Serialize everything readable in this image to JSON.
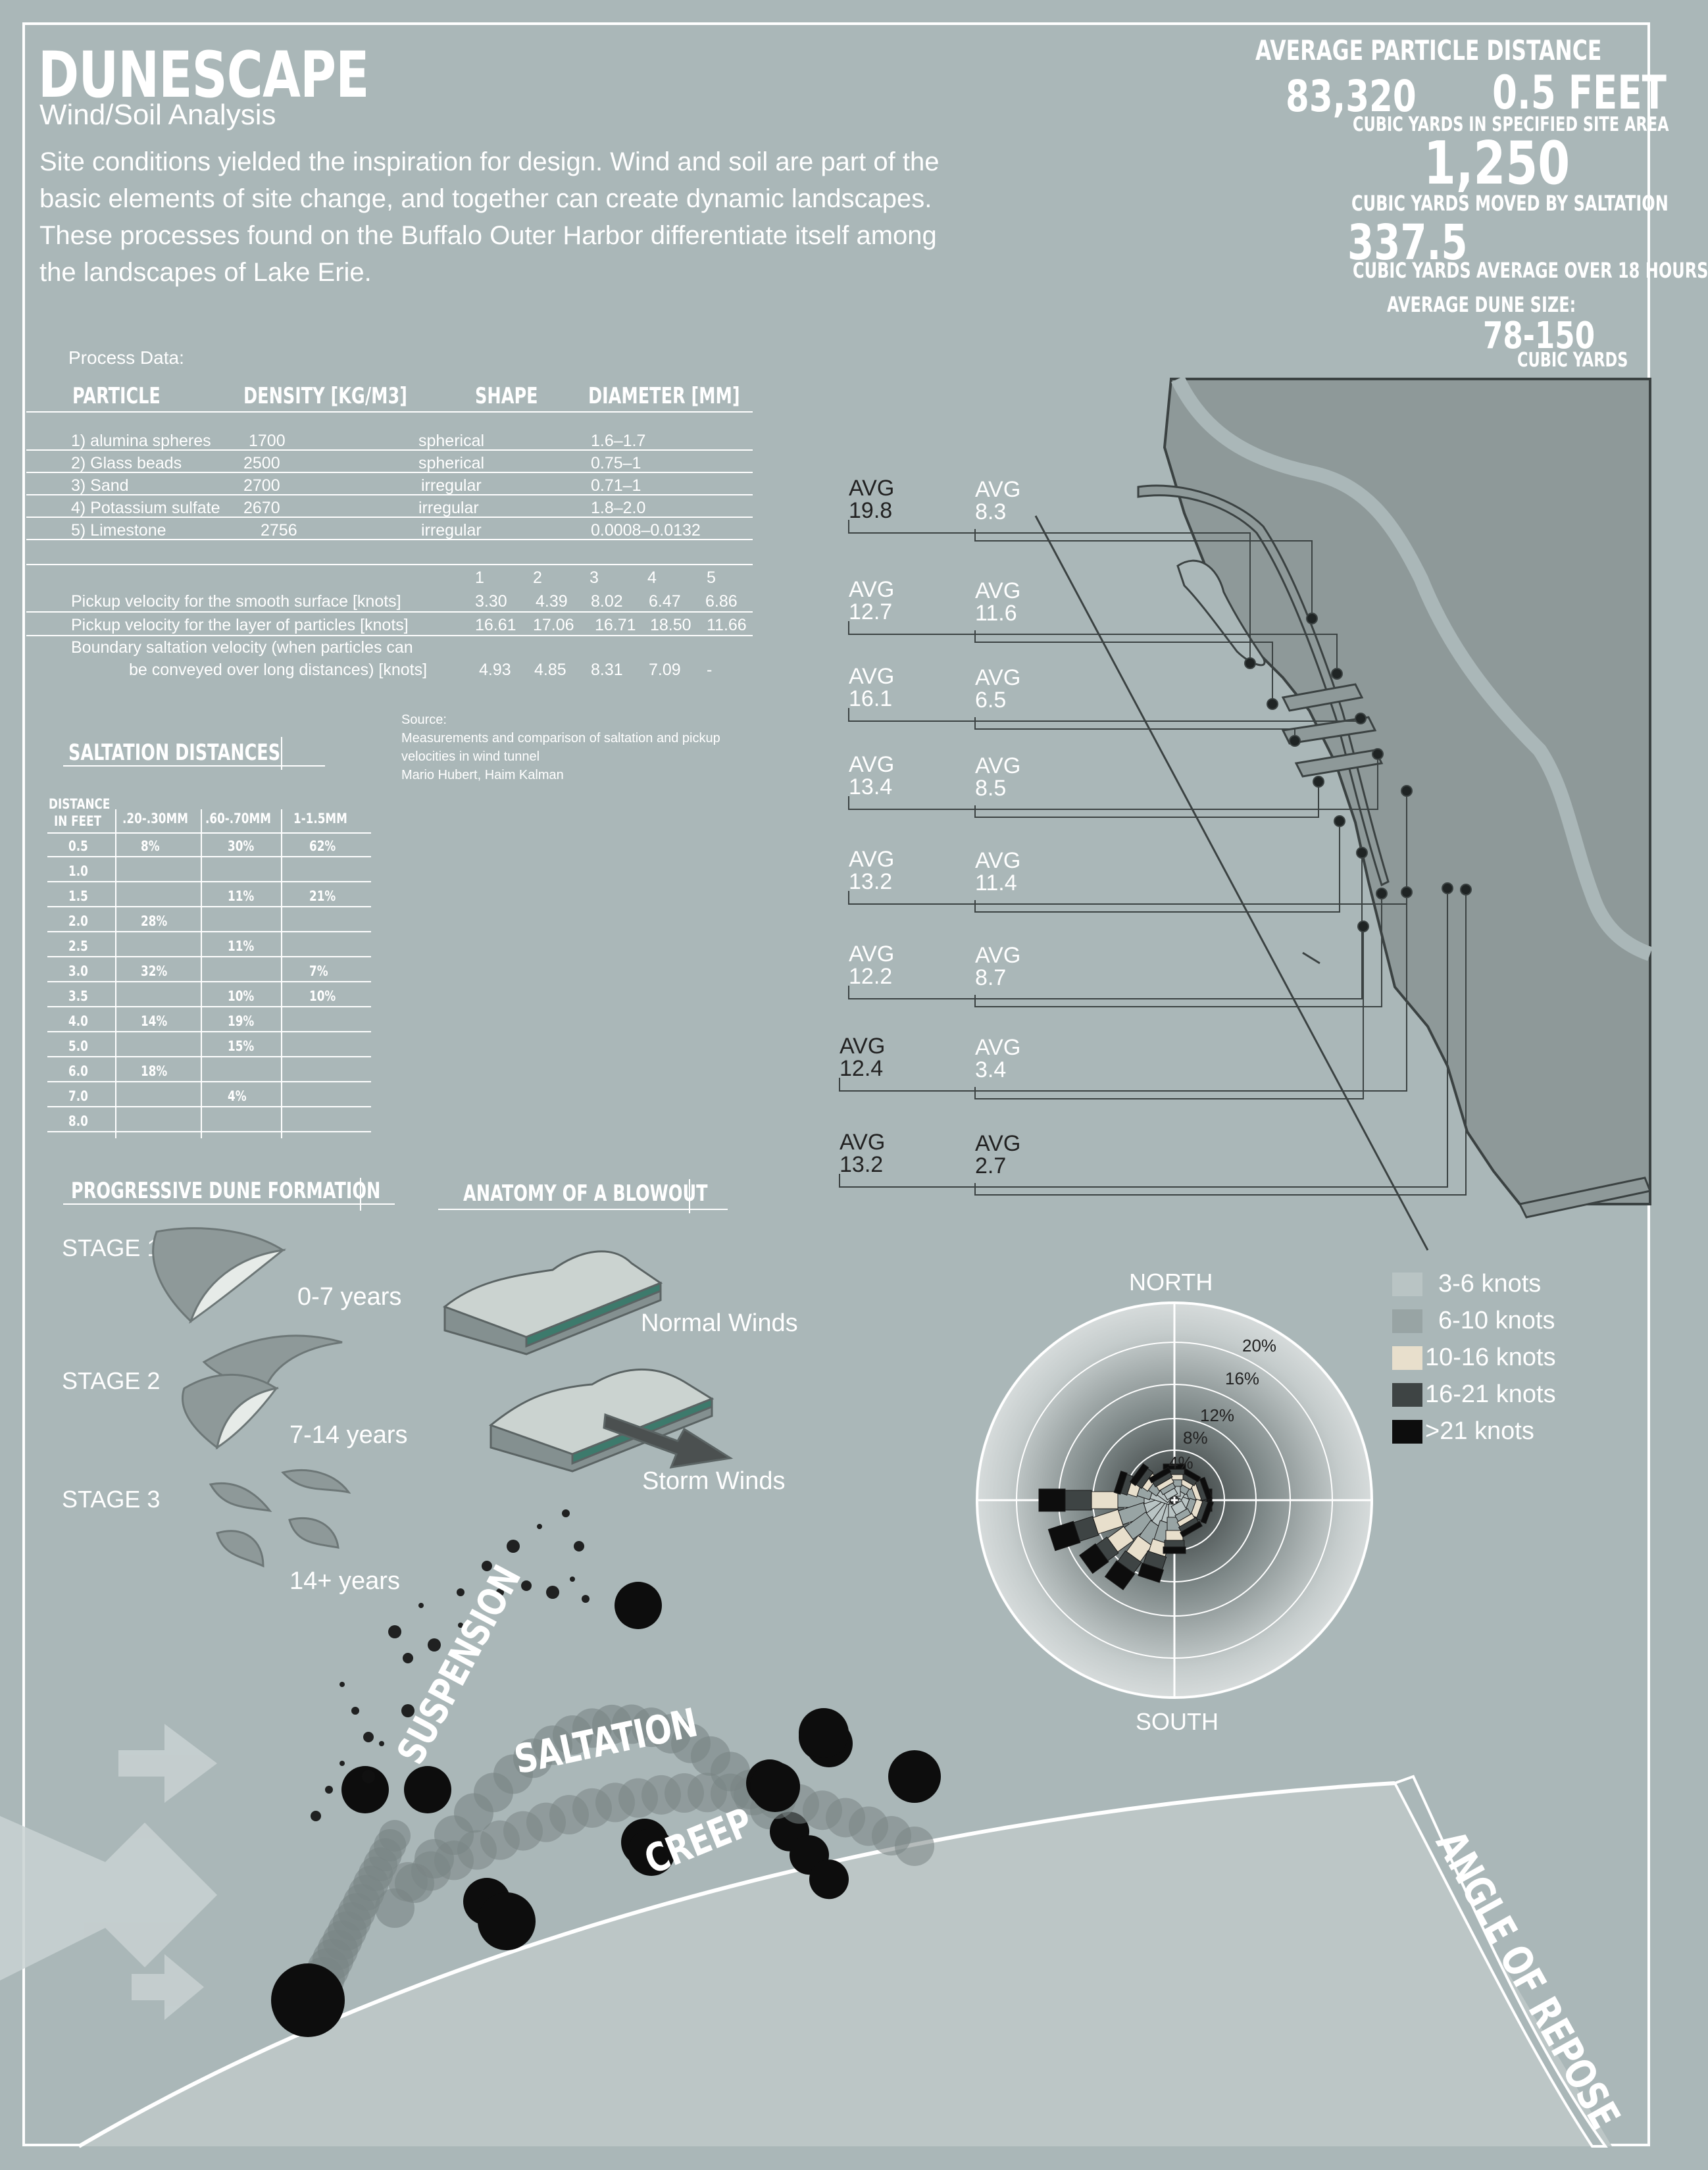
{
  "header": {
    "title": "DUNESCAPE",
    "subtitle": "Wind/Soil Analysis",
    "intro_lines": [
      "Site conditions yielded the inspiration for design. Wind and soil are part of the",
      "basic elements of site change, and together can create dynamic landscapes.",
      "These processes found on the Buffalo Outer Harbor differentiate itself among",
      "the landscapes of Lake Erie."
    ]
  },
  "stats": {
    "avg_particle_distance_label": "AVERAGE PARTICLE DISTANCE",
    "site_volume": "83,320",
    "particle_distance": "0.5 FEET",
    "site_volume_label": "CUBIC YARDS IN SPECIFIED SITE AREA",
    "saltation_volume": "1,250",
    "saltation_volume_label": "CUBIC YARDS MOVED BY SALTATION",
    "avg_18h": "337.5",
    "avg_18h_label": "CUBIC YARDS AVERAGE OVER 18 HOURS",
    "dune_size_label": "AVERAGE DUNE SIZE:",
    "dune_size": "78-150",
    "dune_size_unit": "CUBIC YARDS"
  },
  "process": {
    "caption": "Process Data:",
    "headers": [
      "PARTICLE",
      "DENSITY [KG/M3]",
      "SHAPE",
      "DIAMETER [MM]"
    ],
    "rows": [
      {
        "name": "1) alumina spheres",
        "density": "1700",
        "shape": "spherical",
        "diameter": "1.6–1.7"
      },
      {
        "name": "2) Glass beads",
        "density": "2500",
        "shape": "spherical",
        "diameter": "0.75–1"
      },
      {
        "name": "3) Sand",
        "density": "2700",
        "shape": "irregular",
        "diameter": "0.71–1"
      },
      {
        "name": "4) Potassium sulfate",
        "density": "2670",
        "shape": "irregular",
        "diameter": "1.8–2.0"
      },
      {
        "name": "5) Limestone",
        "density": "2756",
        "shape": "irregular",
        "diameter": "0.0008–0.0132"
      }
    ],
    "velocity_cols": [
      "1",
      "2",
      "3",
      "4",
      "5"
    ],
    "velocity_rows": [
      {
        "label": "Pickup velocity for the smooth surface [knots]",
        "values": [
          "3.30",
          "4.39",
          "8.02",
          "6.47",
          "6.86"
        ]
      },
      {
        "label": "Pickup velocity for the layer of particles [knots]",
        "values": [
          "16.61",
          "17.06",
          "16.71",
          "18.50",
          "11.66"
        ]
      }
    ],
    "boundary_label_1": "Boundary saltation velocity (when particles can",
    "boundary_label_2": "be conveyed over long distances) [knots]",
    "boundary_values": [
      "4.93",
      "4.85",
      "8.31",
      "7.09",
      "-"
    ],
    "source_lines": [
      "Source:",
      "Measurements and comparison of saltation and pickup",
      "velocities in wind tunnel",
      "Mario Hubert, Haim Kalman"
    ]
  },
  "saltation": {
    "title": "SALTATION DISTANCES",
    "head_1": "DISTANCE",
    "head_2": "IN FEET",
    "columns": [
      ".20-.30MM",
      ".60-.70MM",
      "1-1.5MM"
    ],
    "rows": [
      {
        "d": "0.5",
        "c": [
          "8%",
          "30%",
          "62%"
        ]
      },
      {
        "d": "1.0",
        "c": [
          "",
          "",
          ""
        ]
      },
      {
        "d": "1.5",
        "c": [
          "",
          "11%",
          "21%"
        ]
      },
      {
        "d": "2.0",
        "c": [
          "28%",
          "",
          ""
        ]
      },
      {
        "d": "2.5",
        "c": [
          "",
          "11%",
          ""
        ]
      },
      {
        "d": "3.0",
        "c": [
          "32%",
          "",
          "7%"
        ]
      },
      {
        "d": "3.5",
        "c": [
          "",
          "10%",
          "10%"
        ]
      },
      {
        "d": "4.0",
        "c": [
          "14%",
          "19%",
          ""
        ]
      },
      {
        "d": "5.0",
        "c": [
          "",
          "15%",
          ""
        ]
      },
      {
        "d": "6.0",
        "c": [
          "18%",
          "",
          ""
        ]
      },
      {
        "d": "7.0",
        "c": [
          "",
          "4%",
          ""
        ]
      },
      {
        "d": "8.0",
        "c": [
          "",
          "",
          ""
        ]
      }
    ]
  },
  "dune_formation": {
    "title": "PROGRESSIVE DUNE FORMATION",
    "stages": [
      {
        "stage": "STAGE 1",
        "years": "0-7 years"
      },
      {
        "stage": "STAGE 2",
        "years": "7-14 years"
      },
      {
        "stage": "STAGE 3",
        "years": "14+ years"
      }
    ]
  },
  "blowout": {
    "title": "ANATOMY OF A BLOWOUT",
    "normal": "Normal Winds",
    "storm": "Storm Winds"
  },
  "avg_readings": [
    {
      "a": "AVG",
      "av": "19.8",
      "b": "AVG",
      "bv": "8.3"
    },
    {
      "a": "AVG",
      "av": "12.7",
      "b": "AVG",
      "bv": "11.6"
    },
    {
      "a": "AVG",
      "av": "16.1",
      "b": "AVG",
      "bv": "6.5"
    },
    {
      "a": "AVG",
      "av": "13.4",
      "b": "AVG",
      "bv": "8.5"
    },
    {
      "a": "AVG",
      "av": "13.2",
      "b": "AVG",
      "bv": "11.4"
    },
    {
      "a": "AVG",
      "av": "12.2",
      "b": "AVG",
      "bv": "8.7"
    },
    {
      "a": "AVG",
      "av": "12.4",
      "b": "AVG",
      "bv": "3.4"
    },
    {
      "a": "AVG",
      "av": "13.2",
      "b": "AVG",
      "bv": "2.7"
    }
  ],
  "wind_rose": {
    "north": "NORTH",
    "south": "SOUTH",
    "rings": [
      "4%",
      "8%",
      "12%",
      "16%",
      "20%"
    ],
    "legend": [
      {
        "label": "3-6 knots",
        "color": "#b9c4c4"
      },
      {
        "label": "6-10 knots",
        "color": "#98a4a4"
      },
      {
        "label": "10-16  knots",
        "color": "#e8dfcc"
      },
      {
        "label": "16-21  knots",
        "color": "#3e4444"
      },
      {
        "label": ">21  knots",
        "color": "#0d0d0d"
      }
    ]
  },
  "transport": {
    "suspension": "SUSPENSION",
    "saltation": "SALTATION",
    "creep": "CREEP",
    "angle": "ANGLE OF REPOSE"
  }
}
